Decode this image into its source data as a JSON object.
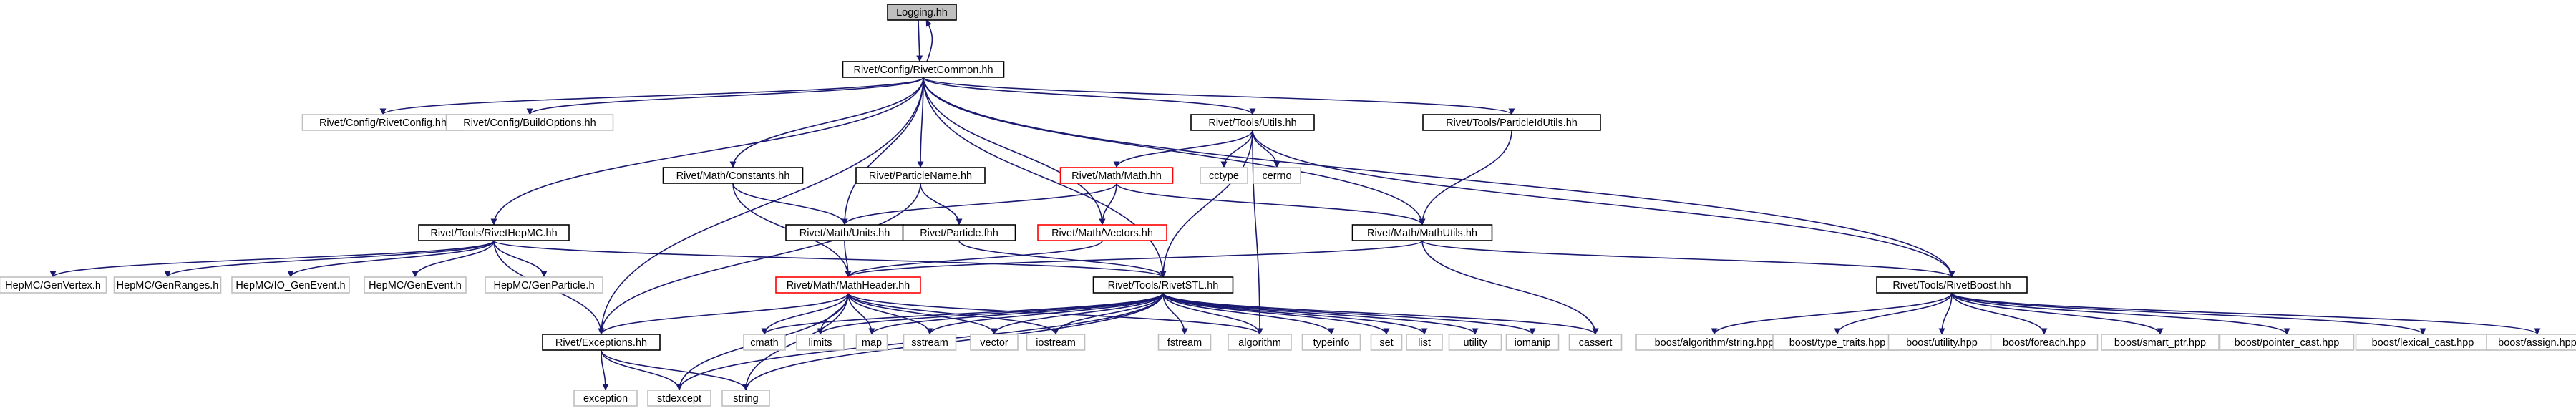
{
  "title": "Logging.hh",
  "colors": {
    "edge": "#191970",
    "node_fill": "#ffffff",
    "current_fill": "#bfbfbf"
  },
  "node_styles": {
    "current": {
      "stroke": "#000000",
      "fill": "#bfbfbf"
    },
    "documented": {
      "stroke": "#000000",
      "fill": "#ffffff"
    },
    "truncated": {
      "stroke": "#ff0000",
      "fill": "#ffffff"
    },
    "external": {
      "stroke": "#bfbfbf",
      "fill": "#ffffff"
    }
  },
  "nodes": [
    {
      "id": "logging",
      "label": "Logging.hh",
      "style": "current"
    },
    {
      "id": "rivetcommon",
      "label": "Rivet/Config/RivetCommon.hh",
      "style": "documented"
    },
    {
      "id": "rivetconfig",
      "label": "Rivet/Config/RivetConfig.hh",
      "style": "external"
    },
    {
      "id": "buildoptions",
      "label": "Rivet/Config/BuildOptions.hh",
      "style": "external"
    },
    {
      "id": "utils",
      "label": "Rivet/Tools/Utils.hh",
      "style": "documented"
    },
    {
      "id": "particleidutils",
      "label": "Rivet/Tools/ParticleIdUtils.hh",
      "style": "documented"
    },
    {
      "id": "constants",
      "label": "Rivet/Math/Constants.hh",
      "style": "documented"
    },
    {
      "id": "particlename",
      "label": "Rivet/ParticleName.hh",
      "style": "documented"
    },
    {
      "id": "mathhh",
      "label": "Rivet/Math/Math.hh",
      "style": "truncated"
    },
    {
      "id": "cctype",
      "label": "cctype",
      "style": "external"
    },
    {
      "id": "cerrno",
      "label": "cerrno",
      "style": "external"
    },
    {
      "id": "rivethepmc",
      "label": "Rivet/Tools/RivetHepMC.hh",
      "style": "documented"
    },
    {
      "id": "units",
      "label": "Rivet/Math/Units.hh",
      "style": "documented"
    },
    {
      "id": "particlefhh",
      "label": "Rivet/Particle.fhh",
      "style": "documented"
    },
    {
      "id": "vectors",
      "label": "Rivet/Math/Vectors.hh",
      "style": "truncated"
    },
    {
      "id": "mathutils",
      "label": "Rivet/Math/MathUtils.hh",
      "style": "documented"
    },
    {
      "id": "genvertex",
      "label": "HepMC/GenVertex.h",
      "style": "external"
    },
    {
      "id": "genranges",
      "label": "HepMC/GenRanges.h",
      "style": "external"
    },
    {
      "id": "ioggenevent",
      "label": "HepMC/IO_GenEvent.h",
      "style": "external"
    },
    {
      "id": "genevent",
      "label": "HepMC/GenEvent.h",
      "style": "external"
    },
    {
      "id": "genparticle",
      "label": "HepMC/GenParticle.h",
      "style": "external"
    },
    {
      "id": "mathheader",
      "label": "Rivet/Math/MathHeader.hh",
      "style": "truncated"
    },
    {
      "id": "rivetstl",
      "label": "Rivet/Tools/RivetSTL.hh",
      "style": "documented"
    },
    {
      "id": "rivetboost",
      "label": "Rivet/Tools/RivetBoost.hh",
      "style": "documented"
    },
    {
      "id": "exceptions",
      "label": "Rivet/Exceptions.hh",
      "style": "documented"
    },
    {
      "id": "cmath",
      "label": "cmath",
      "style": "external"
    },
    {
      "id": "limits",
      "label": "limits",
      "style": "external"
    },
    {
      "id": "map",
      "label": "map",
      "style": "external"
    },
    {
      "id": "sstream",
      "label": "sstream",
      "style": "external"
    },
    {
      "id": "vector",
      "label": "vector",
      "style": "external"
    },
    {
      "id": "iostream",
      "label": "iostream",
      "style": "external"
    },
    {
      "id": "fstream",
      "label": "fstream",
      "style": "external"
    },
    {
      "id": "algorithm",
      "label": "algorithm",
      "style": "external"
    },
    {
      "id": "typeinfo",
      "label": "typeinfo",
      "style": "external"
    },
    {
      "id": "set",
      "label": "set",
      "style": "external"
    },
    {
      "id": "list",
      "label": "list",
      "style": "external"
    },
    {
      "id": "utility",
      "label": "utility",
      "style": "external"
    },
    {
      "id": "iomanip",
      "label": "iomanip",
      "style": "external"
    },
    {
      "id": "cassert",
      "label": "cassert",
      "style": "external"
    },
    {
      "id": "boostalgostring",
      "label": "boost/algorithm/string.hpp",
      "style": "external"
    },
    {
      "id": "boosttypetraits",
      "label": "boost/type_traits.hpp",
      "style": "external"
    },
    {
      "id": "boostutility",
      "label": "boost/utility.hpp",
      "style": "external"
    },
    {
      "id": "boostforeach",
      "label": "boost/foreach.hpp",
      "style": "external"
    },
    {
      "id": "boostsmartptr",
      "label": "boost/smart_ptr.hpp",
      "style": "external"
    },
    {
      "id": "boostpointercast",
      "label": "boost/pointer_cast.hpp",
      "style": "external"
    },
    {
      "id": "boostlexicalcast",
      "label": "boost/lexical_cast.hpp",
      "style": "external"
    },
    {
      "id": "boostassign",
      "label": "boost/assign.hpp",
      "style": "external"
    },
    {
      "id": "exception",
      "label": "exception",
      "style": "external"
    },
    {
      "id": "stdexcept",
      "label": "stdexcept",
      "style": "external"
    },
    {
      "id": "string",
      "label": "string",
      "style": "external"
    }
  ],
  "edges": [
    [
      "logging",
      "rivetcommon"
    ],
    [
      "rivetcommon",
      "logging"
    ],
    [
      "rivetcommon",
      "rivetconfig"
    ],
    [
      "rivetcommon",
      "buildoptions"
    ],
    [
      "rivetcommon",
      "rivethepmc"
    ],
    [
      "rivetcommon",
      "exceptions"
    ],
    [
      "rivetcommon",
      "constants"
    ],
    [
      "rivetcommon",
      "units"
    ],
    [
      "rivetcommon",
      "particlename"
    ],
    [
      "rivetcommon",
      "vectors"
    ],
    [
      "rivetcommon",
      "rivetstl"
    ],
    [
      "rivetcommon",
      "utils"
    ],
    [
      "rivetcommon",
      "mathutils"
    ],
    [
      "rivetcommon",
      "particleidutils"
    ],
    [
      "rivetcommon",
      "rivetboost"
    ],
    [
      "utils",
      "mathhh"
    ],
    [
      "utils",
      "cctype"
    ],
    [
      "utils",
      "cerrno"
    ],
    [
      "utils",
      "rivetstl"
    ],
    [
      "utils",
      "algorithm"
    ],
    [
      "utils",
      "rivetboost"
    ],
    [
      "particleidutils",
      "mathutils"
    ],
    [
      "constants",
      "units"
    ],
    [
      "constants",
      "mathheader"
    ],
    [
      "particlename",
      "particlefhh"
    ],
    [
      "particlename",
      "exceptions"
    ],
    [
      "mathhh",
      "units"
    ],
    [
      "mathhh",
      "vectors"
    ],
    [
      "mathhh",
      "mathutils"
    ],
    [
      "rivethepmc",
      "genvertex"
    ],
    [
      "rivethepmc",
      "genranges"
    ],
    [
      "rivethepmc",
      "ioggenevent"
    ],
    [
      "rivethepmc",
      "genevent"
    ],
    [
      "rivethepmc",
      "genparticle"
    ],
    [
      "rivethepmc",
      "exceptions"
    ],
    [
      "rivethepmc",
      "rivetstl"
    ],
    [
      "units",
      "mathheader"
    ],
    [
      "particlefhh",
      "rivetstl"
    ],
    [
      "vectors",
      "mathheader"
    ],
    [
      "mathutils",
      "mathheader"
    ],
    [
      "mathutils",
      "rivetboost"
    ],
    [
      "mathutils",
      "cassert"
    ],
    [
      "mathheader",
      "exceptions"
    ],
    [
      "mathheader",
      "cmath"
    ],
    [
      "mathheader",
      "limits"
    ],
    [
      "mathheader",
      "map"
    ],
    [
      "mathheader",
      "sstream"
    ],
    [
      "mathheader",
      "vector"
    ],
    [
      "mathheader",
      "iostream"
    ],
    [
      "mathheader",
      "algorithm"
    ],
    [
      "mathheader",
      "stdexcept"
    ],
    [
      "mathheader",
      "string"
    ],
    [
      "rivetstl",
      "cmath"
    ],
    [
      "rivetstl",
      "limits"
    ],
    [
      "rivetstl",
      "map"
    ],
    [
      "rivetstl",
      "sstream"
    ],
    [
      "rivetstl",
      "vector"
    ],
    [
      "rivetstl",
      "iostream"
    ],
    [
      "rivetstl",
      "fstream"
    ],
    [
      "rivetstl",
      "algorithm"
    ],
    [
      "rivetstl",
      "typeinfo"
    ],
    [
      "rivetstl",
      "set"
    ],
    [
      "rivetstl",
      "list"
    ],
    [
      "rivetstl",
      "utility"
    ],
    [
      "rivetstl",
      "iomanip"
    ],
    [
      "rivetstl",
      "cassert"
    ],
    [
      "rivetstl",
      "stdexcept"
    ],
    [
      "rivetstl",
      "string"
    ],
    [
      "rivetboost",
      "boostalgostring"
    ],
    [
      "rivetboost",
      "boosttypetraits"
    ],
    [
      "rivetboost",
      "boostutility"
    ],
    [
      "rivetboost",
      "boostforeach"
    ],
    [
      "rivetboost",
      "boostsmartptr"
    ],
    [
      "rivetboost",
      "boostpointercast"
    ],
    [
      "rivetboost",
      "boostlexicalcast"
    ],
    [
      "rivetboost",
      "boostassign"
    ],
    [
      "exceptions",
      "exception"
    ],
    [
      "exceptions",
      "stdexcept"
    ],
    [
      "exceptions",
      "string"
    ]
  ]
}
